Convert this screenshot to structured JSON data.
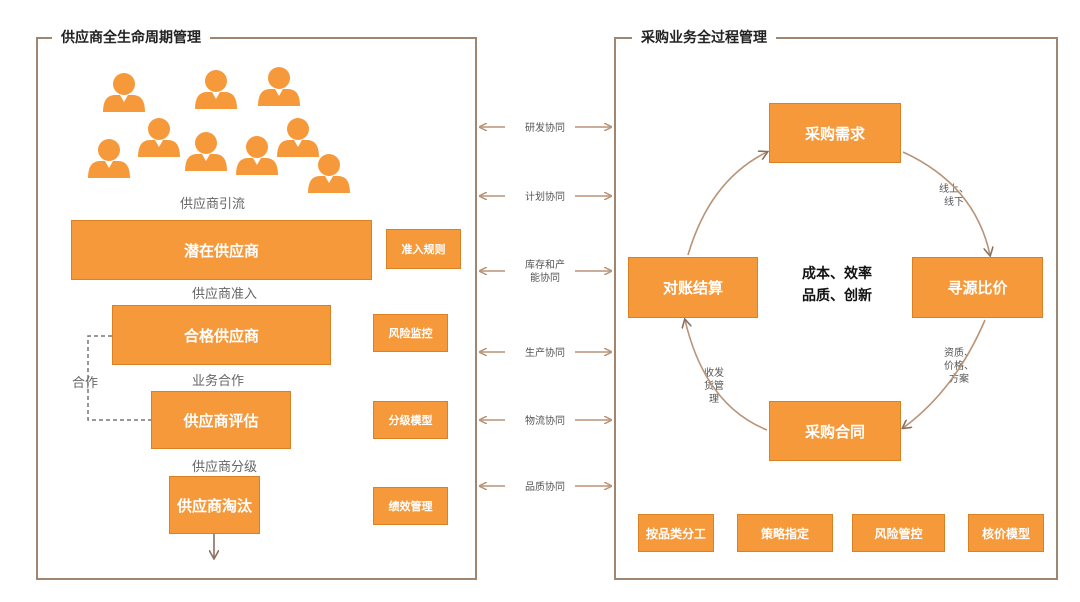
{
  "left_panel": {
    "title": "供应商全生命周期管理",
    "funnel": [
      {
        "label": "潜在供应商"
      },
      {
        "label": "合格供应商"
      },
      {
        "label": "供应商评估"
      },
      {
        "label": "供应商淘汰"
      }
    ],
    "flow_labels": [
      "供应商引流",
      "供应商准入",
      "业务合作",
      "供应商分级"
    ],
    "loop_label": "合作",
    "tags": [
      "准入规则",
      "风险监控",
      "分级模型",
      "绩效管理"
    ],
    "person_icon_color": "#f5993b"
  },
  "middle": {
    "links": [
      "研发协同",
      "计划协同",
      "库存和产\n能协同",
      "生产协同",
      "物流协同",
      "品质协同"
    ]
  },
  "right_panel": {
    "title": "采购业务全过程管理",
    "cycle": {
      "nodes": [
        "采购需求",
        "寻源比价",
        "采购合同",
        "对账结算"
      ],
      "center": [
        "成本、效率",
        "品质、创新"
      ],
      "edge_labels": [
        "线上、\n线下",
        "资质、\n价格、\n方案",
        "收发\n货管\n理"
      ]
    },
    "bottom_buttons": [
      "按品类分工",
      "策略指定",
      "风险管控",
      "核价模型"
    ]
  },
  "colors": {
    "accent": "#f5993b",
    "border": "#a08670",
    "arrow": "#b89478"
  }
}
